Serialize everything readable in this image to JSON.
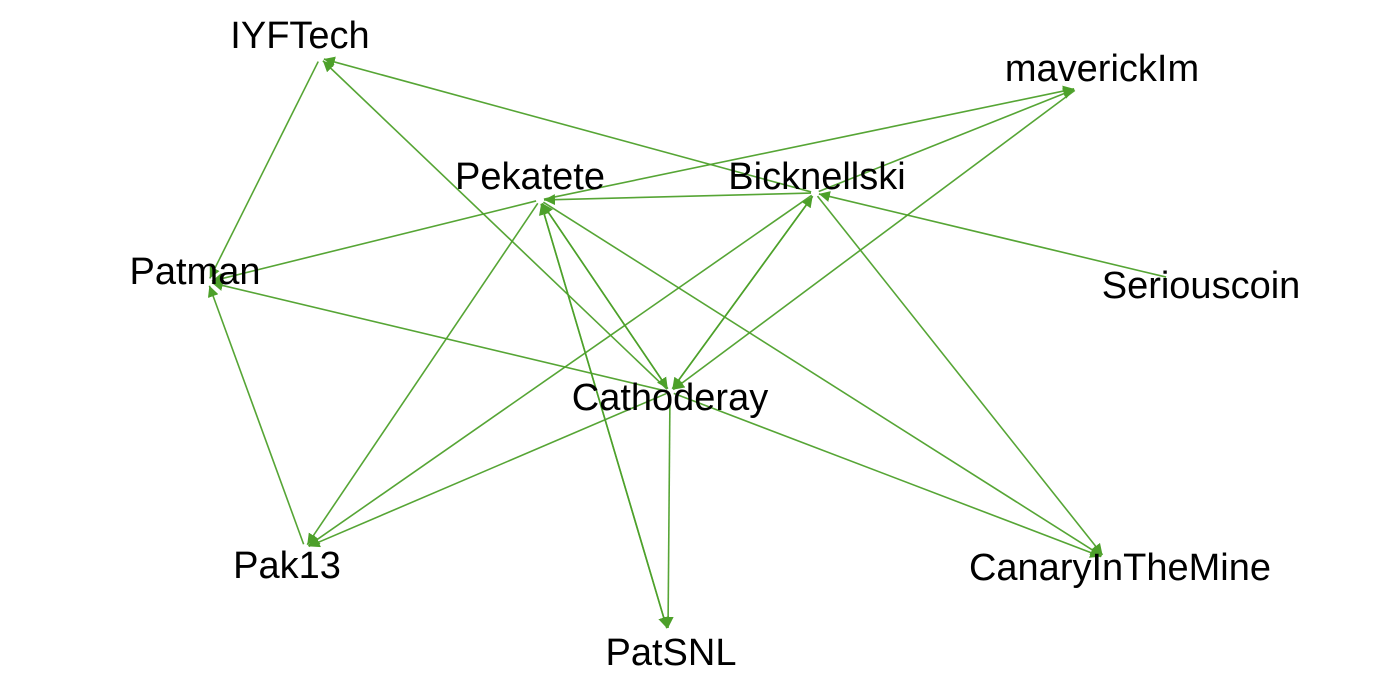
{
  "graph": {
    "edge_color": "#4da02a",
    "edge_color_light": "#9fd48a",
    "nodes": [
      {
        "id": "IYFTech",
        "label": "IYFTech"
      },
      {
        "id": "maverickIm",
        "label": "maverickIm"
      },
      {
        "id": "Pekatete",
        "label": "Pekatete"
      },
      {
        "id": "Bicknellski",
        "label": "Bicknellski"
      },
      {
        "id": "Patman",
        "label": "Patman"
      },
      {
        "id": "Seriouscoin",
        "label": "Seriouscoin"
      },
      {
        "id": "Cathoderay",
        "label": "Cathoderay"
      },
      {
        "id": "Pak13",
        "label": "Pak13"
      },
      {
        "id": "CanaryInTheMine",
        "label": "CanaryInTheMine"
      },
      {
        "id": "PatSNL",
        "label": "PatSNL"
      }
    ],
    "edges": [
      {
        "source": "IYFTech",
        "target": "Patman"
      },
      {
        "source": "Bicknellski",
        "target": "IYFTech"
      },
      {
        "source": "Cathoderay",
        "target": "IYFTech"
      },
      {
        "source": "Pekatete",
        "target": "maverickIm"
      },
      {
        "source": "Bicknellski",
        "target": "maverickIm"
      },
      {
        "source": "maverickIm",
        "target": "Cathoderay"
      },
      {
        "source": "Bicknellski",
        "target": "Pekatete"
      },
      {
        "source": "Pekatete",
        "target": "Patman"
      },
      {
        "source": "Pekatete",
        "target": "Pak13"
      },
      {
        "source": "Pekatete",
        "target": "Cathoderay"
      },
      {
        "source": "Cathoderay",
        "target": "Pekatete"
      },
      {
        "source": "Pekatete",
        "target": "PatSNL"
      },
      {
        "source": "PatSNL",
        "target": "Pekatete"
      },
      {
        "source": "Pekatete",
        "target": "CanaryInTheMine"
      },
      {
        "source": "Bicknellski",
        "target": "Pak13"
      },
      {
        "source": "Cathoderay",
        "target": "Bicknellski"
      },
      {
        "source": "Bicknellski",
        "target": "Cathoderay"
      },
      {
        "source": "Bicknellski",
        "target": "CanaryInTheMine"
      },
      {
        "source": "Seriouscoin",
        "target": "Bicknellski"
      },
      {
        "source": "Cathoderay",
        "target": "Patman"
      },
      {
        "source": "Pak13",
        "target": "Patman"
      },
      {
        "source": "Cathoderay",
        "target": "Pak13"
      },
      {
        "source": "Cathoderay",
        "target": "PatSNL"
      },
      {
        "source": "Cathoderay",
        "target": "CanaryInTheMine"
      }
    ]
  }
}
